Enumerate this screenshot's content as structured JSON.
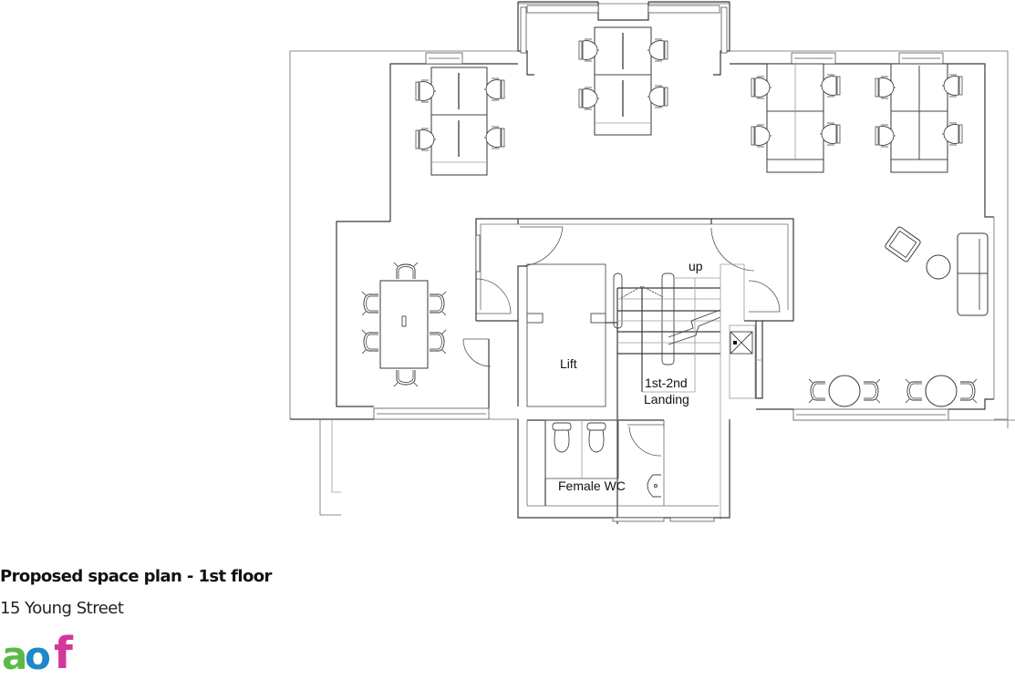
{
  "drawing": {
    "title": "Proposed space plan - 1st floor",
    "subtitle": "15 Young Street"
  },
  "logo": {
    "letters": [
      "a",
      "o",
      "f"
    ],
    "colors": {
      "a": "#5cb947",
      "o": "#1e88c8",
      "f": "#d4379a"
    }
  },
  "rooms": {
    "lift": "Lift",
    "stair_up": "up",
    "landing_line1": "1st-2nd",
    "landing_line2": "Landing",
    "female_wc": "Female WC"
  },
  "furniture": {
    "desk_clusters": 4,
    "desk_seats_per_cluster": 4,
    "meeting_table_seats": 6,
    "cafe_tables": 2,
    "lounge": [
      "armchair",
      "round-coffee-table",
      "sofa"
    ]
  },
  "colors": {
    "wall": "#3a3a3a",
    "background": "#ffffff",
    "text": "#111111"
  }
}
